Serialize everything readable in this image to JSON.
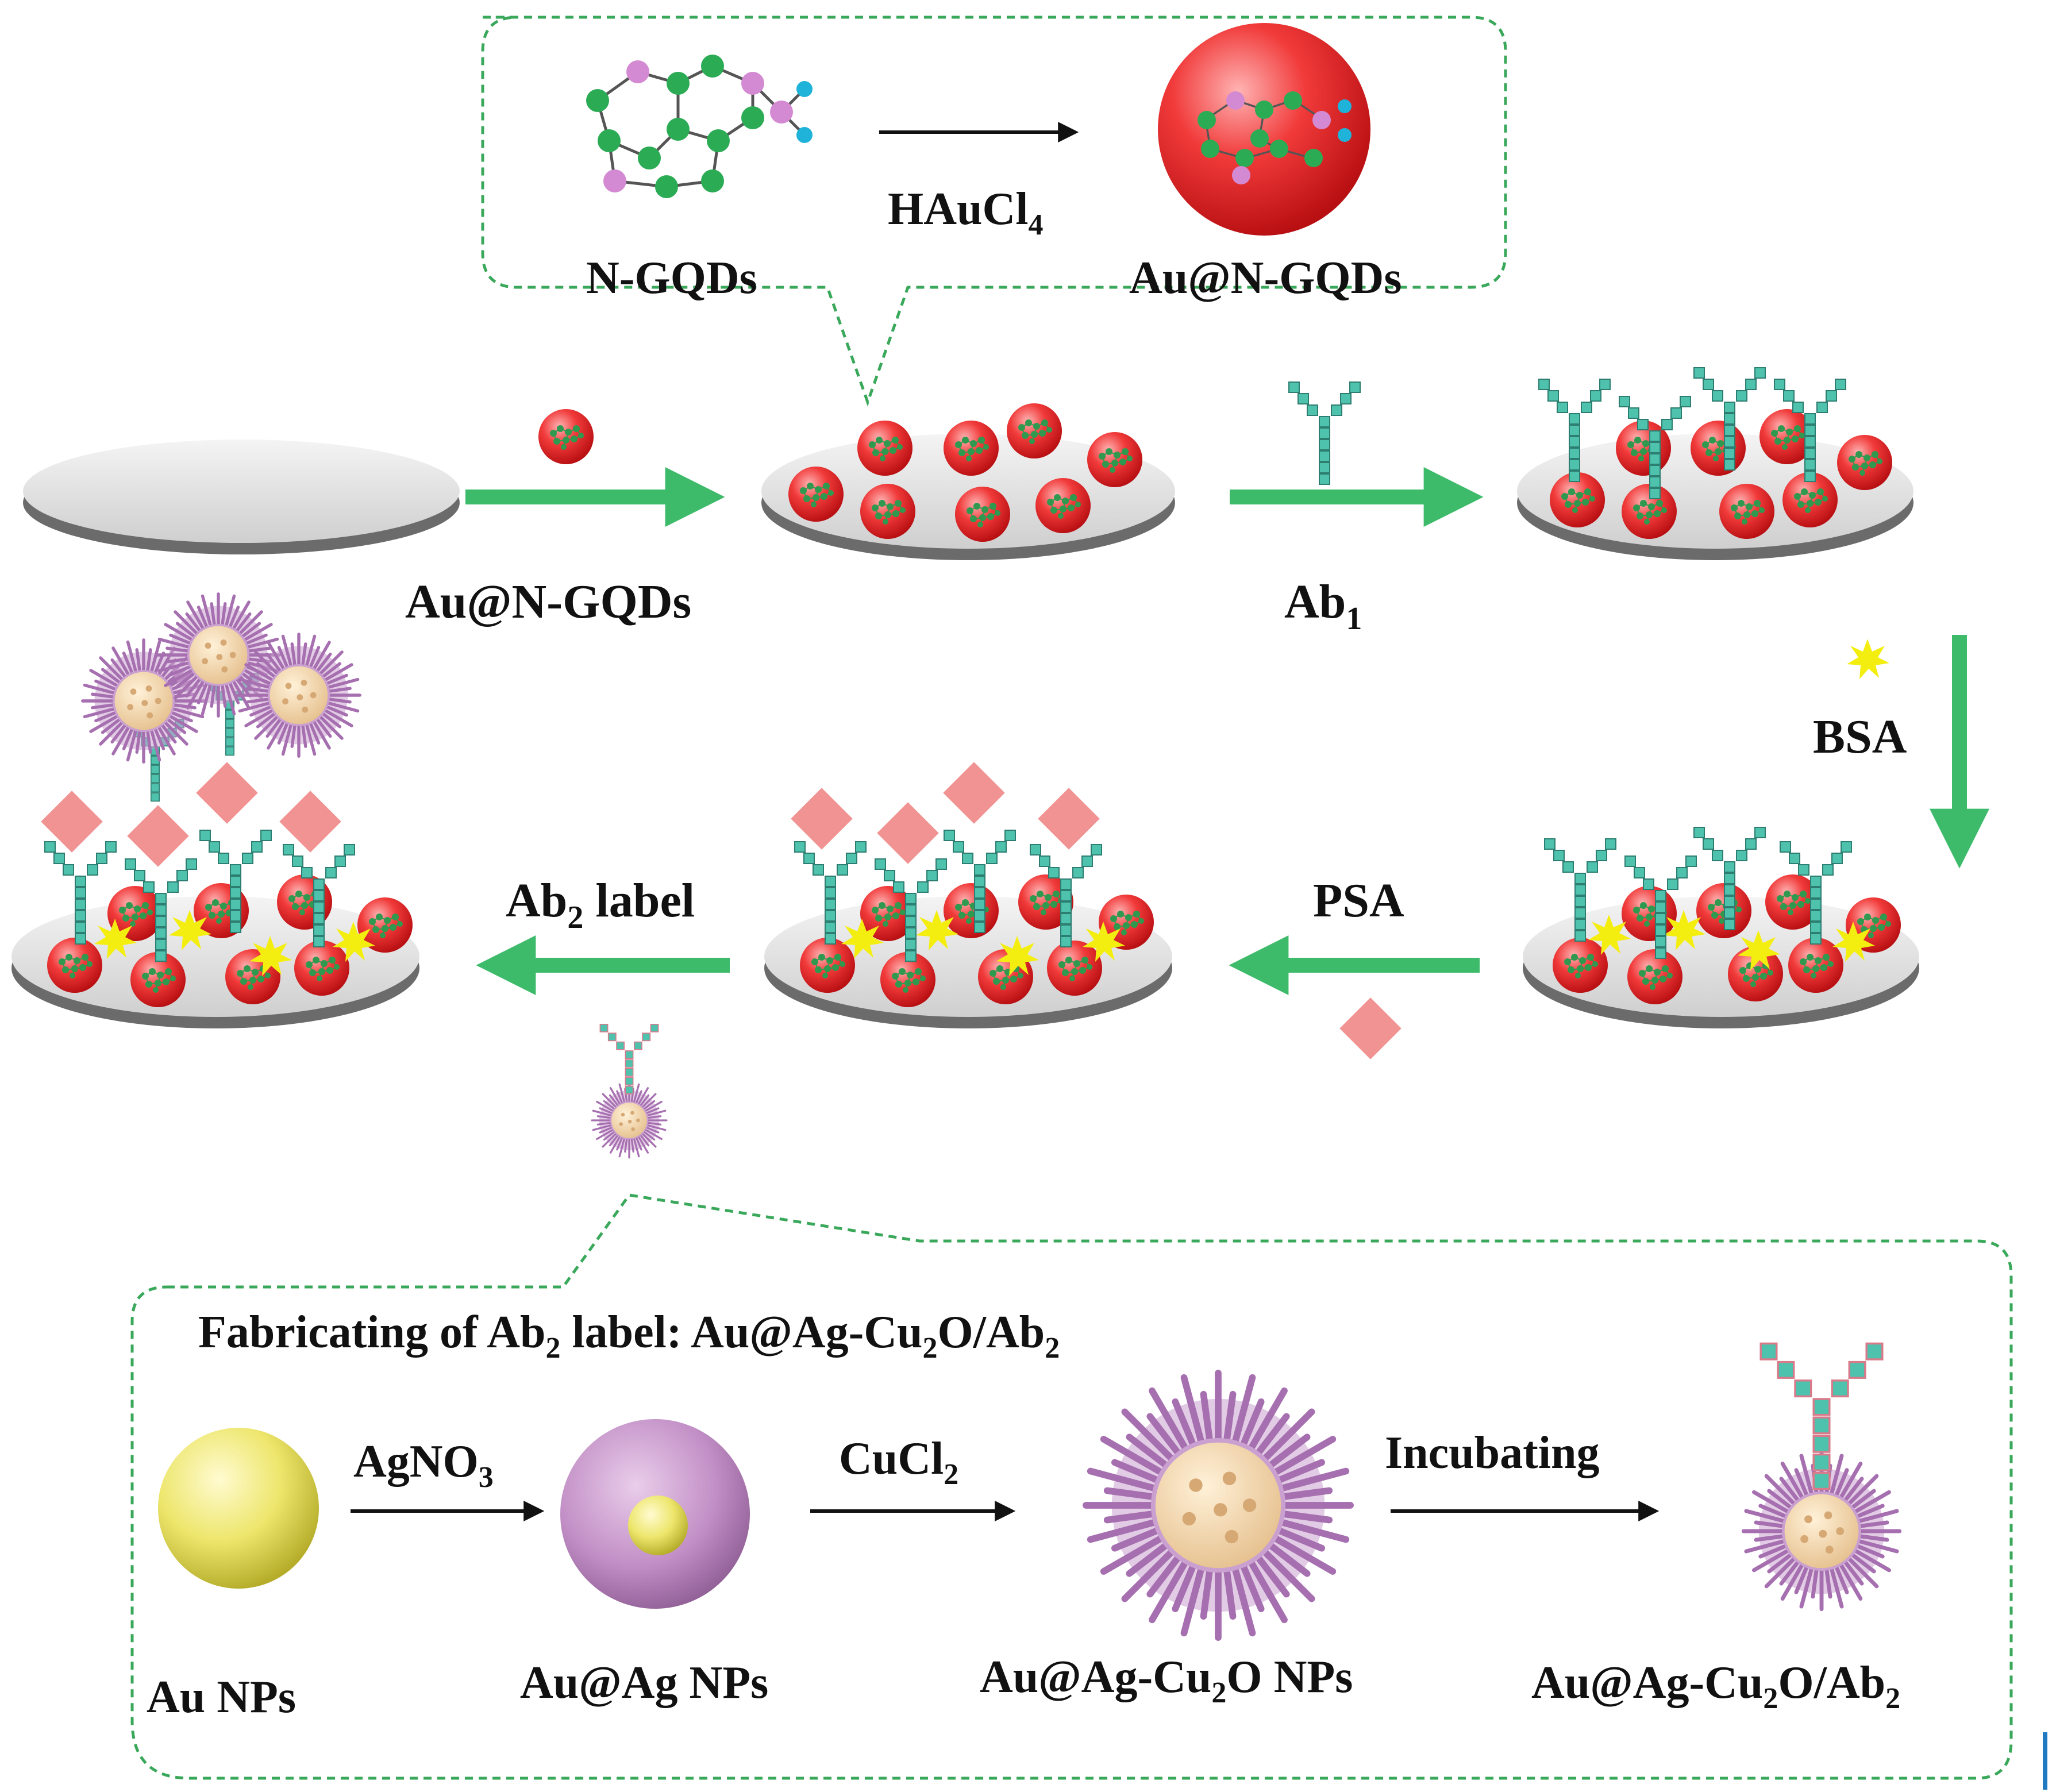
{
  "inset_top": {
    "left_label": "N-GQDs",
    "arrow_reagent": "HAuCl",
    "arrow_reagent_sub": "4",
    "right_label": "Au@N-GQDs"
  },
  "main_flow": {
    "step1_label": "Au@N-GQDs",
    "step2_label": "Ab",
    "step2_sub": "1",
    "step3_label": "BSA",
    "step4_label": "PSA",
    "step5_label": "Ab",
    "step5_sub": "2",
    "step5_tail": " label"
  },
  "inset_bottom": {
    "title_a": "Fabricating of Ab",
    "title_a_sub": "2",
    "title_b": " label: Au@Ag-Cu",
    "title_b_sub": "2",
    "title_c": "O/Ab",
    "title_c_sub": "2",
    "arrow1_reagent": "AgNO",
    "arrow1_sub": "3",
    "arrow2_reagent": "CuCl",
    "arrow2_sub": "2",
    "arrow3_reagent": "Incubating",
    "np1_label": "Au NPs",
    "np2_label": "Au@Ag NPs",
    "np3_a": "Au@Ag-Cu",
    "np3_sub": "2",
    "np3_b": "O NPs",
    "np4_a": "Au@Ag-Cu",
    "np4_sub": "2",
    "np4_b": "O/Ab",
    "np4_sub2": "2"
  },
  "colors": {
    "flow_arrow": "#3dbb6a",
    "inset_border": "#3aa85a",
    "nanoparticle_red": "#e8262a",
    "bsa_yellow": "#f4ee10",
    "psa_pink": "#f19393",
    "antibody_teal": "#4fc2ae",
    "label_spike_purple": "#b07abf",
    "au_yellow": "#efea7a",
    "au_ag_purple": "#c28fc6",
    "electrode_grey": "#d8d8d8"
  }
}
